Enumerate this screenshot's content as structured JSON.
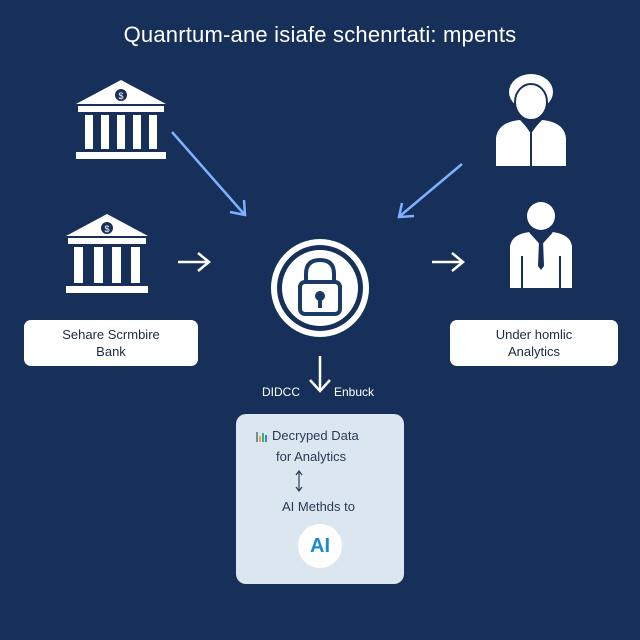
{
  "title": "Quanrtum-ane isiafe schenrtati: mpents",
  "bank_box": {
    "line1": "Sehare Scrmbire",
    "line2": "Bank"
  },
  "analytics_box": {
    "line1": "Under homlic",
    "line2": "Analytics"
  },
  "flow_labels": {
    "left": "DIDCC",
    "right": "Enbuck"
  },
  "result_panel": {
    "line1": "Decryped Data",
    "line2": "for Analytics",
    "line3": "AI Methds to",
    "badge": "AI"
  },
  "icons": {
    "top_left": "bank-building-icon",
    "mid_left": "bank-dollar-icon",
    "top_right": "person-suit-icon",
    "mid_right": "businessman-icon",
    "center": "padlock-icon",
    "chart": "bar-chart-icon"
  },
  "colors": {
    "background": "#16305a",
    "arrow_blue": "#7fb0ff",
    "panel": "#dbe6f1",
    "badge_text": "#1a8bd1"
  }
}
